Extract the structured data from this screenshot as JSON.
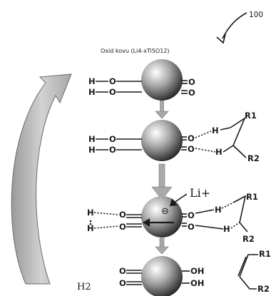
{
  "reference_numeral": "100",
  "title": "Oxid kovu (Li4-xTi5O12)",
  "atoms": {
    "H": "H",
    "O": "O",
    "OH": "OH",
    "R1": "R1",
    "R2": "R2",
    "Li_plus": "Li+",
    "electron": "⊖",
    "H2": "H2"
  },
  "colors": {
    "sphere_highlight": "#ffffff",
    "sphere_shadow": "#1e1e1e",
    "process_arrow": "#a9a9a9",
    "cycle_arrow": "#c7c7c7"
  }
}
